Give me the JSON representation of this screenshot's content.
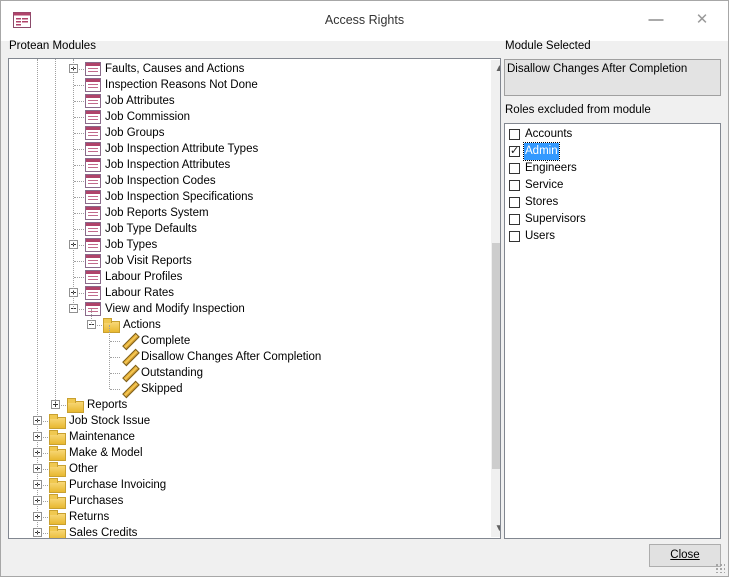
{
  "window": {
    "title": "Access Rights"
  },
  "left_panel": {
    "label": "Protean Modules",
    "tree": [
      {
        "label": "Faults, Causes and Actions",
        "icon": "form-icon",
        "expander": "plus"
      },
      {
        "label": "Inspection Reasons Not Done",
        "icon": "form-icon"
      },
      {
        "label": "Job Attributes",
        "icon": "form-icon"
      },
      {
        "label": "Job Commission",
        "icon": "form-icon"
      },
      {
        "label": "Job Groups",
        "icon": "form-icon"
      },
      {
        "label": "Job Inspection Attribute Types",
        "icon": "form-icon"
      },
      {
        "label": "Job Inspection Attributes",
        "icon": "form-icon"
      },
      {
        "label": "Job Inspection Codes",
        "icon": "form-icon"
      },
      {
        "label": "Job Inspection Specifications",
        "icon": "form-icon"
      },
      {
        "label": "Job Reports System",
        "icon": "form-icon"
      },
      {
        "label": "Job Type Defaults",
        "icon": "form-icon"
      },
      {
        "label": "Job Types",
        "icon": "form-icon",
        "expander": "plus"
      },
      {
        "label": "Job Visit Reports",
        "icon": "form-icon"
      },
      {
        "label": "Labour Profiles",
        "icon": "form-icon"
      },
      {
        "label": "Labour Rates",
        "icon": "form-icon",
        "expander": "plus"
      },
      {
        "label": "View and Modify Inspection",
        "icon": "form-icon",
        "expander": "minus"
      },
      {
        "label": "Actions",
        "icon": "folder-icon",
        "expander": "minus"
      },
      {
        "label": "Complete",
        "icon": "pencil-icon"
      },
      {
        "label": "Disallow Changes After Completion",
        "icon": "pencil-icon"
      },
      {
        "label": "Outstanding",
        "icon": "pencil-icon"
      },
      {
        "label": "Skipped",
        "icon": "pencil-icon"
      },
      {
        "label": "Reports",
        "icon": "folder-icon",
        "expander": "plus"
      },
      {
        "label": "Job Stock Issue",
        "icon": "folder-icon",
        "expander": "plus"
      },
      {
        "label": "Maintenance",
        "icon": "folder-icon",
        "expander": "plus"
      },
      {
        "label": "Make & Model",
        "icon": "folder-icon",
        "expander": "plus"
      },
      {
        "label": "Other",
        "icon": "folder-icon",
        "expander": "plus"
      },
      {
        "label": "Purchase Invoicing",
        "icon": "folder-icon",
        "expander": "plus"
      },
      {
        "label": "Purchases",
        "icon": "folder-icon",
        "expander": "plus"
      },
      {
        "label": "Returns",
        "icon": "folder-icon",
        "expander": "plus"
      },
      {
        "label": "Sales Credits",
        "icon": "folder-icon",
        "expander": "plus"
      }
    ]
  },
  "right_panel": {
    "module_selected_label": "Module Selected",
    "module_selected_value": "Disallow Changes After Completion",
    "roles_label": "Roles excluded from module",
    "roles": [
      {
        "label": "Accounts",
        "checked": false,
        "selected": false
      },
      {
        "label": "Admin",
        "checked": true,
        "selected": true
      },
      {
        "label": "Engineers",
        "checked": false,
        "selected": false
      },
      {
        "label": "Service",
        "checked": false,
        "selected": false
      },
      {
        "label": "Stores",
        "checked": false,
        "selected": false
      },
      {
        "label": "Supervisors",
        "checked": false,
        "selected": false
      },
      {
        "label": "Users",
        "checked": false,
        "selected": false
      }
    ]
  },
  "footer": {
    "close_label": "Close"
  },
  "colors": {
    "selection": "#3399ff",
    "form_icon": "#b0436a",
    "folder": "#e8b830"
  }
}
